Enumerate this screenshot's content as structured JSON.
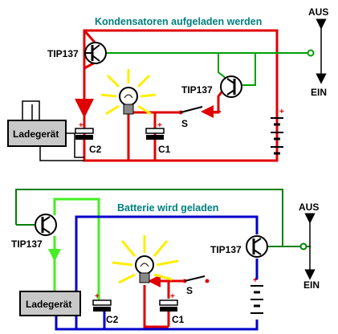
{
  "top": {
    "title": "Kondensatoren aufgeladen werden",
    "charger_label": "Ladegerät",
    "transistor_left": "TIP137",
    "transistor_right": "TIP137",
    "switch_label": "S",
    "cap1_label": "C1",
    "cap2_label": "C2",
    "aus_label": "AUS",
    "ein_label": "EIN"
  },
  "bottom": {
    "title": "Batterie wird geladen",
    "charger_label": "Ladegerät",
    "transistor_left": "TIP137",
    "transistor_right": "TIP137",
    "switch_label": "S",
    "cap1_label": "C1",
    "cap2_label": "C2",
    "aus_label": "AUS",
    "ein_label": "EIN"
  },
  "symbols": {
    "plus": "+",
    "minus": "−"
  },
  "colors": {
    "title": "#008080",
    "red_wire": "#e00000",
    "green_wire": "#00a000",
    "lime_wire": "#44ee22",
    "blue_wire": "#0000cc",
    "charger_fill": "#c8c8c8",
    "bulb_glow": "#ffee00"
  }
}
